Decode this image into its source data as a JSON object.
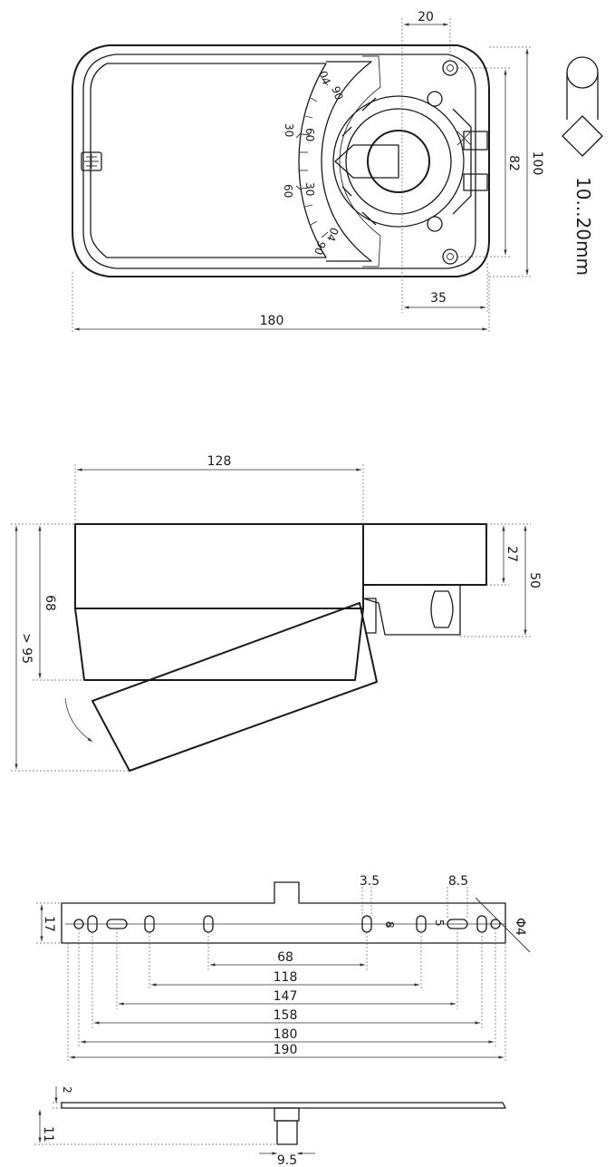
{
  "top_view": {
    "dim_width": "180",
    "dim_height": "100",
    "dim_hole_spacing": "82",
    "dim_top_offset": "20",
    "dim_bottom_offset": "35",
    "scale_left": [
      "04",
      "90",
      "30",
      "60",
      "60",
      "30",
      "04",
      "90"
    ],
    "shaft_range": "10...20mm"
  },
  "side_view": {
    "dim_length": "128",
    "dim_height": "68",
    "dim_rotated": "> 95",
    "dim_top": "27",
    "dim_total": "50"
  },
  "bracket": {
    "dim_height": "17",
    "dim_slot_w1": "3.5",
    "dim_slot_w2": "8.5",
    "dim_slot_h": "8",
    "dim_slot_h2": "5",
    "dim_hole": "Φ4",
    "dims": [
      "68",
      "118",
      "147",
      "158",
      "180",
      "190"
    ]
  },
  "bracket_side": {
    "dim_thickness": "2",
    "dim_depth": "11",
    "dim_tab": "9.5"
  }
}
